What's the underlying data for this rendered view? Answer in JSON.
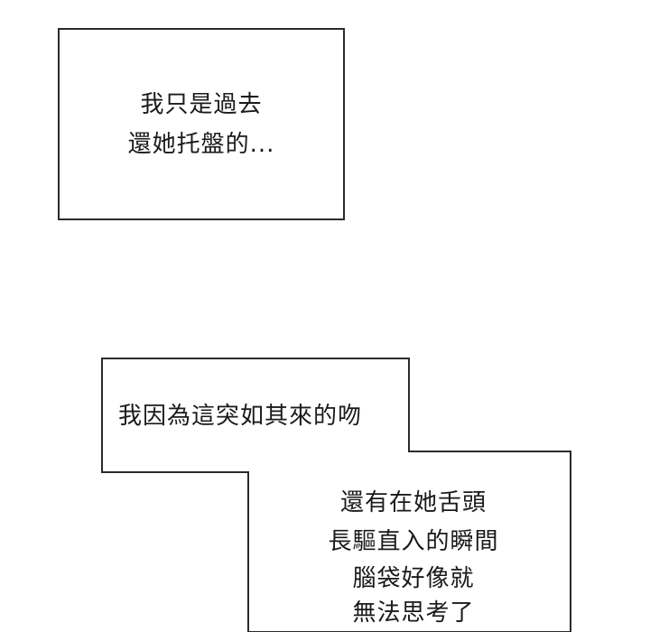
{
  "caption_top": {
    "lines": [
      "我只是過去",
      "還她托盤的..."
    ]
  },
  "caption_bottom": {
    "first_line": "我因為這突如其來的吻",
    "lines": [
      "還有在她舌頭",
      "長驅直入的瞬間",
      "腦袋好像就",
      "無法思考了"
    ]
  }
}
